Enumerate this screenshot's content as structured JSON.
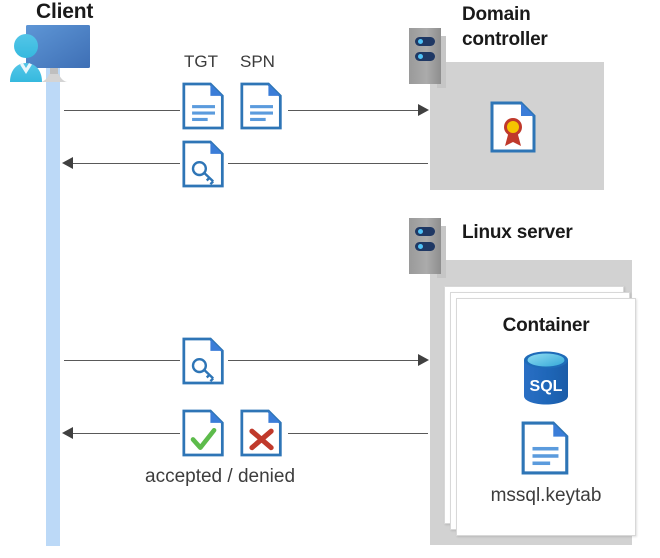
{
  "diagram": {
    "title": "Kerberos authentication flow between client, domain controller and Linux server container",
    "actors": {
      "client": {
        "label": "Client",
        "icon": "client-computer-icon"
      },
      "domain_controller": {
        "label": "Domain controller",
        "icon": "server-rack-icon",
        "contents": [
          {
            "label": "",
            "icon": "certificate-document-icon"
          }
        ]
      },
      "linux_server": {
        "label": "Linux server",
        "icon": "server-rack-icon",
        "container": {
          "label": "Container",
          "items": [
            {
              "label": "",
              "icon": "sql-database-icon"
            },
            {
              "label": "mssql.keytab",
              "icon": "document-icon"
            }
          ]
        }
      }
    },
    "messages": [
      {
        "id": "msg-1",
        "direction": "right",
        "from": "client",
        "to": "domain_controller",
        "labels": [
          "TGT",
          "SPN"
        ],
        "icons": [
          "document-icon",
          "document-icon"
        ]
      },
      {
        "id": "msg-2",
        "direction": "left",
        "from": "domain_controller",
        "to": "client",
        "labels": [],
        "icons": [
          "key-document-icon"
        ]
      },
      {
        "id": "msg-3",
        "direction": "right",
        "from": "client",
        "to": "linux_server",
        "labels": [],
        "icons": [
          "key-document-icon"
        ]
      },
      {
        "id": "msg-4",
        "direction": "left",
        "from": "linux_server",
        "to": "client",
        "labels": [
          "accepted / denied"
        ],
        "icons": [
          "accepted-document-icon",
          "denied-document-icon"
        ]
      }
    ],
    "labels": {
      "tgt": "TGT",
      "spn": "SPN",
      "accepted_denied": "accepted / denied",
      "keytab_file": "mssql.keytab",
      "container": "Container",
      "client": "Client",
      "domain_controller_line1": "Domain",
      "domain_controller_line2": "controller",
      "linux_server": "Linux server"
    },
    "colors": {
      "lifeline": "#BCD9F7",
      "panel_gray": "#D2D2D2",
      "doc_blue": "#3B7DD8",
      "doc_border": "#2E75B6",
      "server_navy": "#1F3864",
      "server_dot": "#4FC3F7",
      "sql_blue": "#1E6BB8",
      "accept_green": "#5DBB4B",
      "deny_red": "#C0392B",
      "arrow": "#595959",
      "text": "#333333"
    }
  }
}
